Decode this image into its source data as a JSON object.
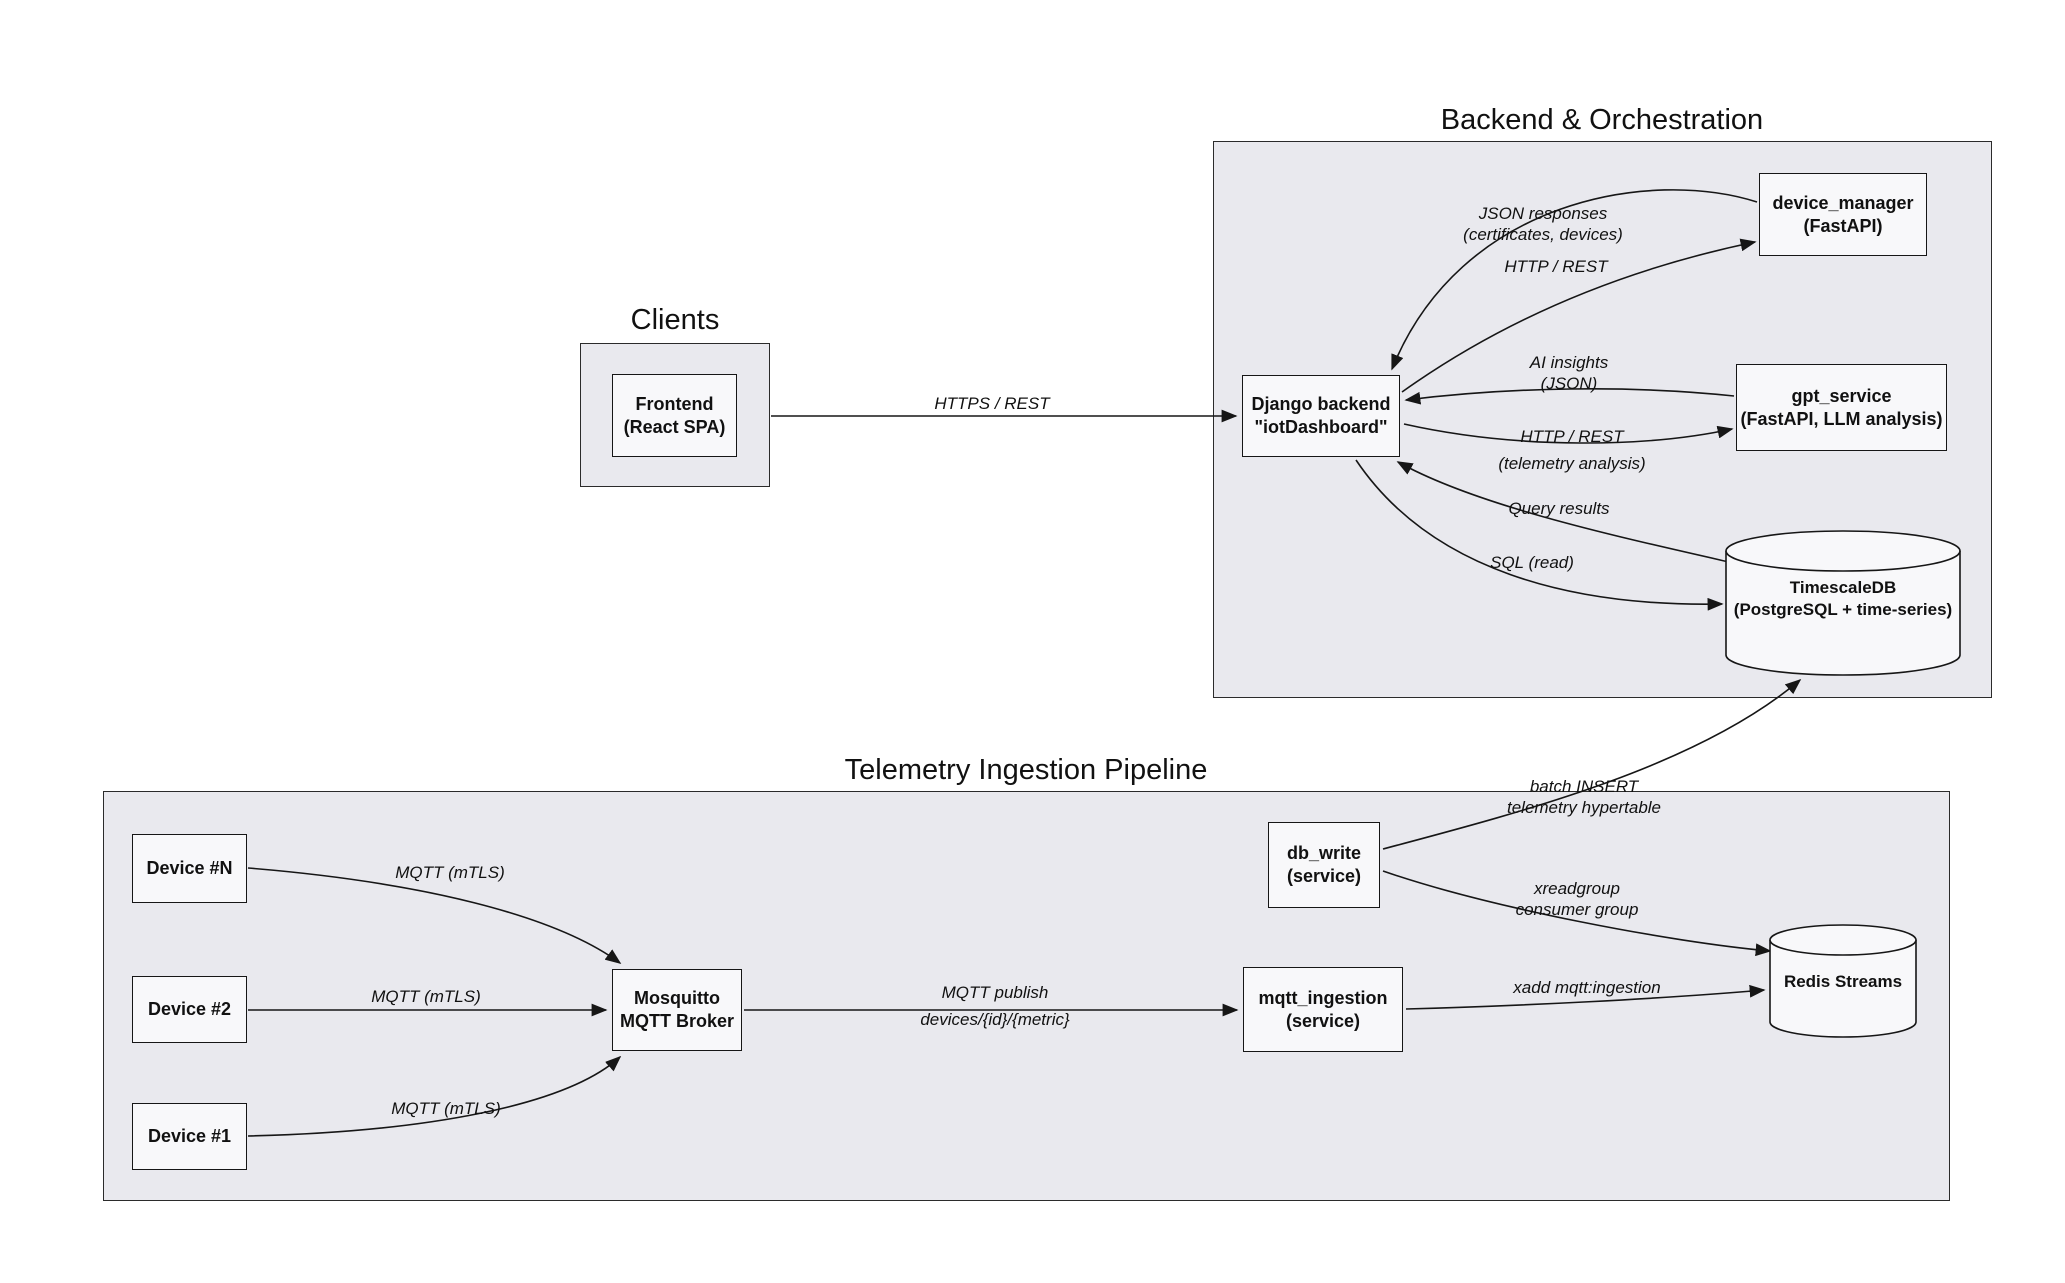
{
  "diagram": {
    "groups": {
      "clients": {
        "title": "Clients"
      },
      "backend": {
        "title": "Backend & Orchestration"
      },
      "telemetry": {
        "title": "Telemetry Ingestion Pipeline"
      }
    },
    "nodes": {
      "frontend": {
        "line1": "Frontend",
        "line2": "(React SPA)"
      },
      "django": {
        "line1": "Django backend",
        "line2": "\"iotDashboard\""
      },
      "device_manager": {
        "line1": "device_manager",
        "line2": "(FastAPI)"
      },
      "gpt_service": {
        "line1": "gpt_service",
        "line2": "(FastAPI, LLM analysis)"
      },
      "timescaledb": {
        "line1": "TimescaleDB",
        "line2": "(PostgreSQL + time-series)"
      },
      "db_write": {
        "line1": "db_write",
        "line2": "(service)"
      },
      "mqtt_ingestion": {
        "line1": "mqtt_ingestion",
        "line2": "(service)"
      },
      "redis": {
        "line1": "Redis Streams"
      },
      "mosquitto": {
        "line1": "Mosquitto",
        "line2": "MQTT Broker"
      },
      "device_n": {
        "line1": "Device #N"
      },
      "device_2": {
        "line1": "Device #2"
      },
      "device_1": {
        "line1": "Device #1"
      }
    },
    "edges": {
      "https_rest": {
        "line1": "HTTPS / REST"
      },
      "json_responses": {
        "line1": "JSON responses",
        "line2": "(certificates, devices)"
      },
      "http_rest_dm": {
        "line1": "HTTP / REST"
      },
      "ai_insights": {
        "line1": "AI insights",
        "line2": "(JSON)"
      },
      "http_rest_gpt": {
        "line1": "HTTP / REST",
        "line2": "(telemetry analysis)"
      },
      "query_results": {
        "line1": "Query results"
      },
      "sql_read": {
        "line1": "SQL (read)"
      },
      "batch_insert": {
        "line1": "batch INSERT",
        "line2": "telemetry hypertable"
      },
      "xreadgroup": {
        "line1": "xreadgroup",
        "line2": "consumer group"
      },
      "xadd": {
        "line1": "xadd mqtt:ingestion"
      },
      "mqtt_publish": {
        "line1": "MQTT publish",
        "line2": "devices/{id}/{metric}"
      },
      "mqtt_mtls_n": {
        "line1": "MQTT (mTLS)"
      },
      "mqtt_mtls_2": {
        "line1": "MQTT (mTLS)"
      },
      "mqtt_mtls_1": {
        "line1": "MQTT (mTLS)"
      }
    },
    "colors": {
      "background": "#ffffff",
      "group_fill": "#e9e9ee",
      "node_fill": "#f8f8fa",
      "stroke": "#161616"
    }
  }
}
